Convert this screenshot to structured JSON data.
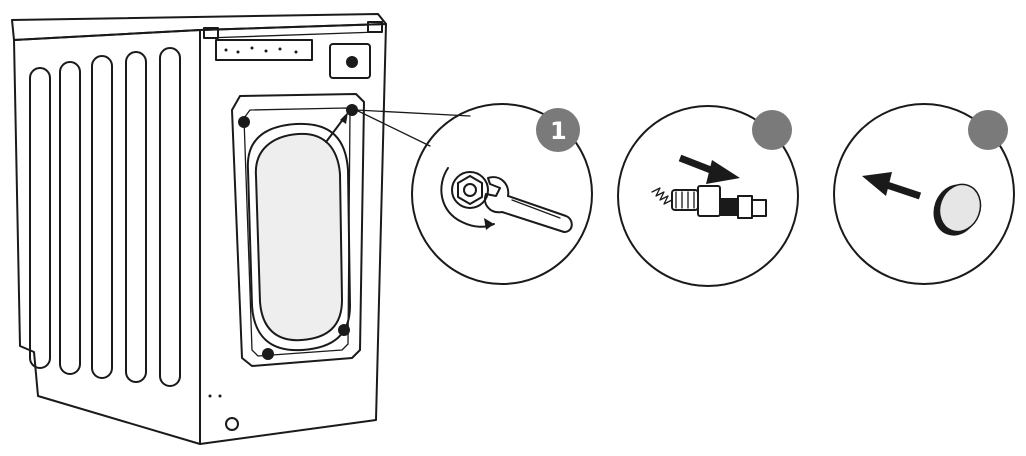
{
  "diagram": {
    "steps": [
      {
        "label": "1",
        "action": "wrench-loosen-bolt"
      },
      {
        "label": "",
        "action": "remove-transit-bolt"
      },
      {
        "label": "",
        "action": "insert-cover-cap"
      }
    ],
    "colors": {
      "line": "#1a1a1a",
      "badge": "#7a7a7a",
      "door_glass": "#eeeeee",
      "cap_face": "#e6e6e6"
    },
    "icons": [
      "wrench-icon",
      "rotation-arrow-icon",
      "transit-bolt-icon",
      "cover-cap-icon",
      "direction-arrow-icon"
    ]
  }
}
